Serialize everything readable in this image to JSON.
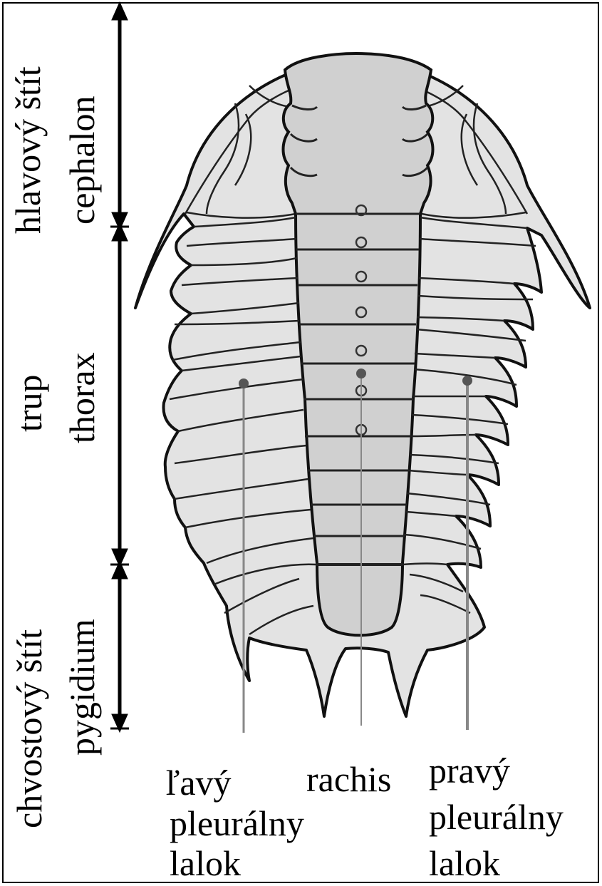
{
  "diagram": {
    "regions": [
      {
        "id": "cephalon",
        "label_sk": "hlavový štít",
        "label_latin": "cephalon"
      },
      {
        "id": "thorax",
        "label_sk": "trup",
        "label_latin": "thorax"
      },
      {
        "id": "pygidium",
        "label_sk": "chvostový štít",
        "label_latin": "pygidium"
      }
    ],
    "bottom_labels": {
      "left": [
        "ľavý",
        "pleurálny",
        "lalok"
      ],
      "center": [
        "rachis"
      ],
      "right": [
        "pravý",
        "pleurálny",
        "lalok"
      ]
    },
    "colors": {
      "body_fill": "#e3e3e3",
      "axis_fill": "#d0d0d0",
      "outline": "#111111",
      "pointer": "#888888"
    }
  }
}
